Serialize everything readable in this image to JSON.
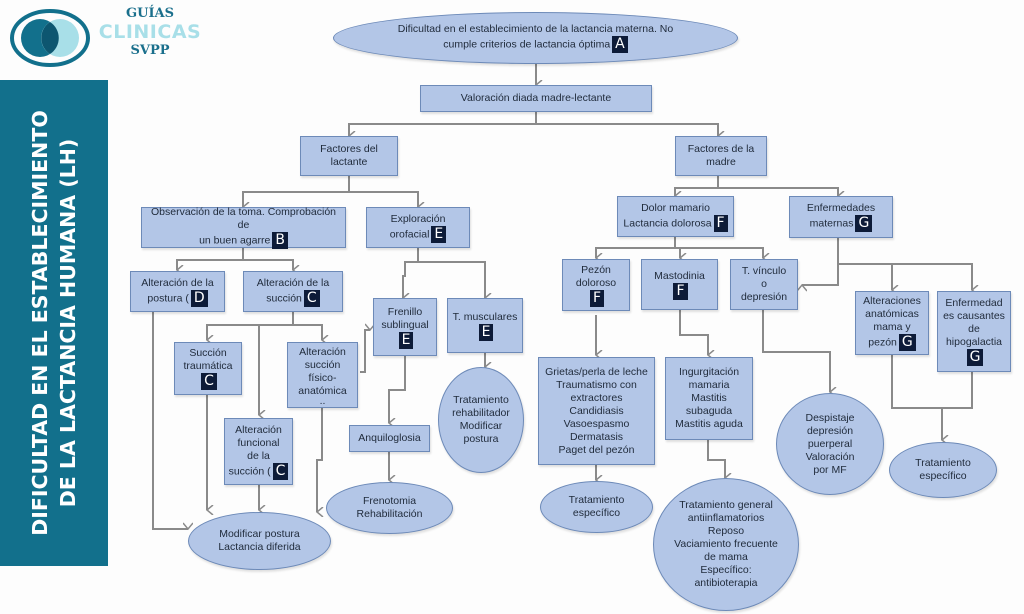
{
  "logo": {
    "guias": "GUÍAS",
    "clinicas": "CLINICAS",
    "svpp": "SVPP"
  },
  "side_title": {
    "line1": "DIFICULTAD EN EL ESTABLECIMIENTO",
    "line2": "DE LA LACTANCIA HUMANA (LH)"
  },
  "colors": {
    "node_fill": "#b3c6e7",
    "node_border": "#6d8ab8",
    "tag_bg": "#0d1b38",
    "band": "#12708c",
    "connector": "#8a8a8a"
  },
  "nodes": {
    "root": {
      "lines": [
        "Dificultad en el establecimiento de la lactancia materna. No",
        "cumple criterios de lactancia óptima"
      ],
      "tag": "A"
    },
    "valoracion": {
      "lines": [
        "Valoración diada madre-lectante"
      ]
    },
    "factores_lactante": {
      "lines": [
        "Factores del",
        "lactante"
      ]
    },
    "factores_madre": {
      "lines": [
        "Factores de la",
        "madre"
      ]
    },
    "observacion": {
      "lines": [
        "Observación de la toma. Comprobación de",
        "un buen agarre"
      ],
      "tag": "B"
    },
    "exploracion": {
      "lines": [
        "Exploración",
        "orofacial"
      ],
      "tag": "E"
    },
    "dolor": {
      "lines": [
        "Dolor mamario",
        "Lactancia dolorosa"
      ],
      "tag": "F"
    },
    "enfermedades": {
      "lines": [
        "Enfermedades",
        "maternas"
      ],
      "tag": "G"
    },
    "alt_postura": {
      "lines": [
        "Alteración de la",
        "postura ("
      ],
      "tag": "D"
    },
    "alt_succion": {
      "lines": [
        "Alteración de la",
        "succión"
      ],
      "tag": "C"
    },
    "frenillo": {
      "lines": [
        "Frenillo",
        "sublingual"
      ],
      "tag": "E"
    },
    "t_musculares": {
      "lines": [
        "T. musculares"
      ],
      "tag": "E"
    },
    "succion_traumatica": {
      "lines": [
        "Succión",
        "traumática"
      ],
      "tag": "C"
    },
    "alt_fisico": {
      "lines": [
        "Alteración",
        "succión",
        "físico-",
        "anatómica",
        ".."
      ]
    },
    "alt_funcional": {
      "lines": [
        "Alteración",
        "funcional",
        "de la",
        "succión ("
      ],
      "tag": "C"
    },
    "anquiloglosia": {
      "lines": [
        "Anquiloglosia"
      ]
    },
    "tratamiento_rehab": {
      "lines": [
        "Tratamiento",
        "rehabilitador",
        "Modificar",
        "postura"
      ]
    },
    "frenotomia": {
      "lines": [
        "Frenotomia",
        "Rehabilitación"
      ]
    },
    "modificar_postura": {
      "lines": [
        "Modificar postura",
        "Lactancia diferida"
      ]
    },
    "pezon": {
      "lines": [
        "Pezón",
        "doloroso"
      ],
      "tag": "F"
    },
    "mastodinia": {
      "lines": [
        "Mastodinia"
      ],
      "tag": "F"
    },
    "t_vinculo": {
      "lines": [
        "T. vínculo",
        "o",
        "depresión"
      ]
    },
    "alt_anatomicas": {
      "lines": [
        "Alteraciones",
        "anatómicas",
        "mama y",
        "pezón"
      ],
      "tag": "G"
    },
    "enf_hipogalactia": {
      "lines": [
        "Enfermedad",
        "es causantes",
        "de",
        "hipogalactia"
      ],
      "tag": "G"
    },
    "grietas": {
      "lines": [
        "Grietas/perla de leche",
        "Traumatismo con",
        "extractores",
        "Candidiasis",
        "Vasoespasmo",
        "Dermatasis",
        "Paget del pezón"
      ]
    },
    "ingurgitacion": {
      "lines": [
        "Ingurgitación",
        "mamaria",
        "Mastitis",
        "subaguda",
        "Mastitis aguda"
      ]
    },
    "despistaje": {
      "lines": [
        "Despistaje",
        "depresión",
        "puerperal",
        "Valoración",
        "por MF"
      ]
    },
    "tratamiento_especifico_1": {
      "lines": [
        "Tratamiento",
        "específico"
      ]
    },
    "tratamiento_general": {
      "lines": [
        "Tratamiento general",
        "antiinflamatorios",
        "Reposo",
        "Vaciamiento frecuente",
        "de mama",
        "Específico:",
        "antibioterapia"
      ]
    },
    "tratamiento_especifico_2": {
      "lines": [
        "Tratamiento",
        "específico"
      ]
    }
  }
}
